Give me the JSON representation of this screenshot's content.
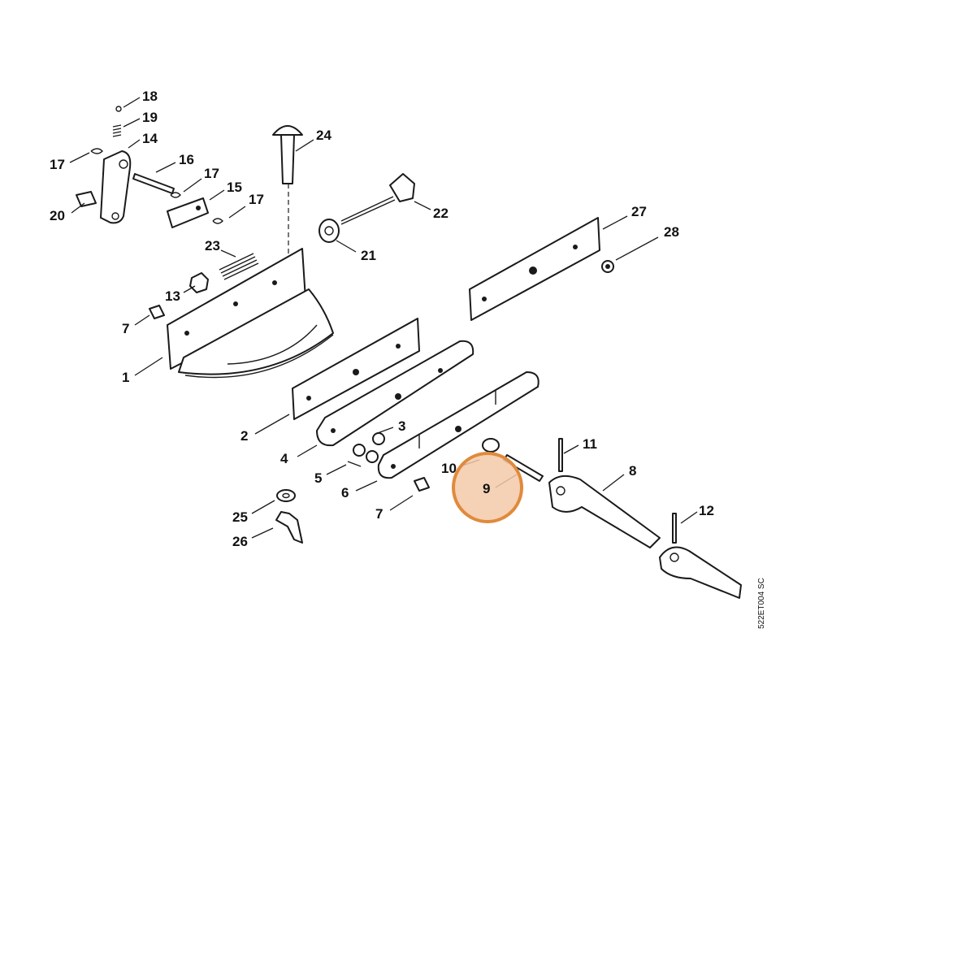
{
  "diagram": {
    "drawing_code": "522ET004 SC",
    "highlight": {
      "part": "9",
      "color": "#e08a3c",
      "fill": "#f3c9a8"
    },
    "callouts": [
      {
        "id": "18",
        "text": "18"
      },
      {
        "id": "19",
        "text": "19"
      },
      {
        "id": "14",
        "text": "14"
      },
      {
        "id": "17a",
        "text": "17"
      },
      {
        "id": "16",
        "text": "16"
      },
      {
        "id": "17b",
        "text": "17"
      },
      {
        "id": "15",
        "text": "15"
      },
      {
        "id": "17c",
        "text": "17"
      },
      {
        "id": "20",
        "text": "20"
      },
      {
        "id": "24",
        "text": "24"
      },
      {
        "id": "22",
        "text": "22"
      },
      {
        "id": "21",
        "text": "21"
      },
      {
        "id": "23",
        "text": "23"
      },
      {
        "id": "13",
        "text": "13"
      },
      {
        "id": "7a",
        "text": "7"
      },
      {
        "id": "1",
        "text": "1"
      },
      {
        "id": "27",
        "text": "27"
      },
      {
        "id": "28",
        "text": "28"
      },
      {
        "id": "2",
        "text": "2"
      },
      {
        "id": "3",
        "text": "3"
      },
      {
        "id": "4",
        "text": "4"
      },
      {
        "id": "5",
        "text": "5"
      },
      {
        "id": "6",
        "text": "6"
      },
      {
        "id": "10",
        "text": "10"
      },
      {
        "id": "9",
        "text": "9"
      },
      {
        "id": "11",
        "text": "11"
      },
      {
        "id": "8",
        "text": "8"
      },
      {
        "id": "7b",
        "text": "7"
      },
      {
        "id": "12",
        "text": "12"
      },
      {
        "id": "25",
        "text": "25"
      },
      {
        "id": "26",
        "text": "26"
      }
    ]
  }
}
